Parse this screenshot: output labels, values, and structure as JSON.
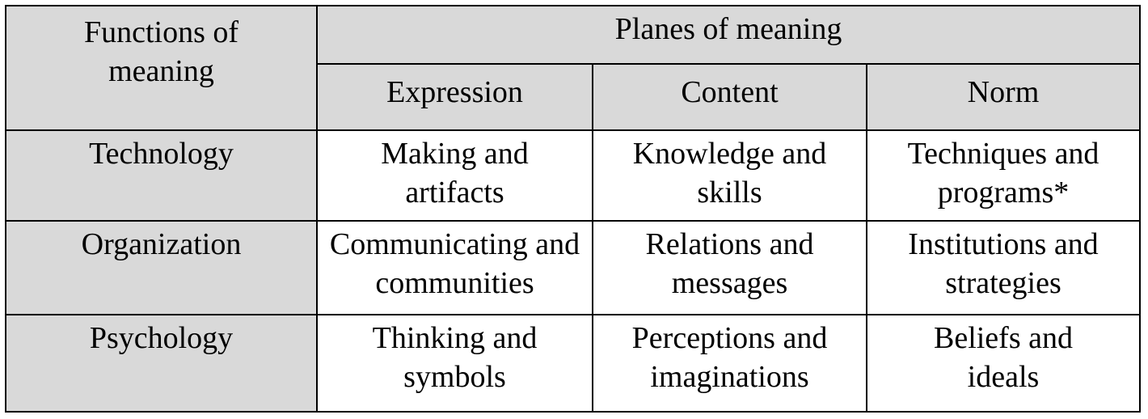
{
  "header": {
    "functions_label": "Functions of meaning",
    "planes_label": "Planes of meaning",
    "columns": [
      "Expression",
      "Content",
      "Norm"
    ]
  },
  "rows": [
    {
      "function": "Technology",
      "cells": [
        "Making and artifacts",
        "Knowledge and skills",
        "Techniques and programs*"
      ]
    },
    {
      "function": "Organization",
      "cells": [
        "Communicating and communities",
        "Relations and messages",
        "Institutions and strategies"
      ]
    },
    {
      "function": "Psychology",
      "cells": [
        "Thinking and symbols",
        "Perceptions and imaginations",
        "Beliefs and ideals"
      ]
    }
  ],
  "colors": {
    "header_fill": "#d9d9d9",
    "border": "#000000"
  }
}
